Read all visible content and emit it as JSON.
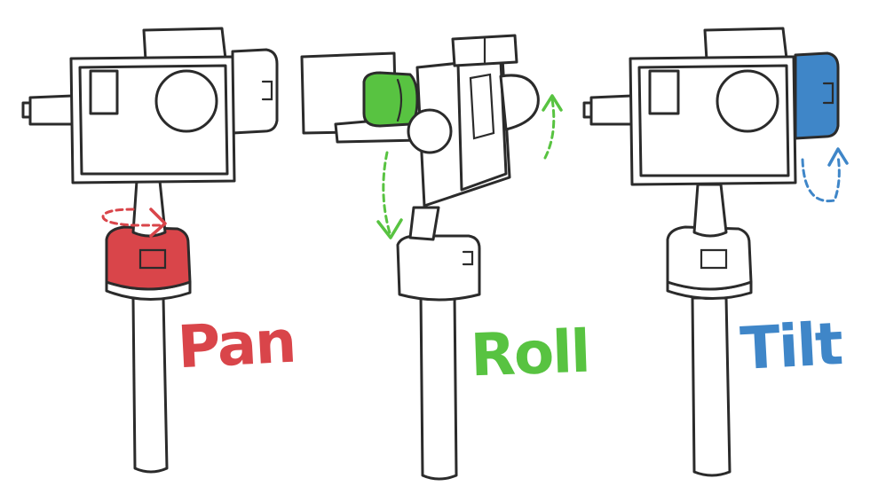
{
  "axes": [
    {
      "id": "pan",
      "label": "Pan",
      "color": "#d9454a"
    },
    {
      "id": "roll",
      "label": "Roll",
      "color": "#58c341"
    },
    {
      "id": "tilt",
      "label": "Tilt",
      "color": "#3f86c8"
    }
  ]
}
